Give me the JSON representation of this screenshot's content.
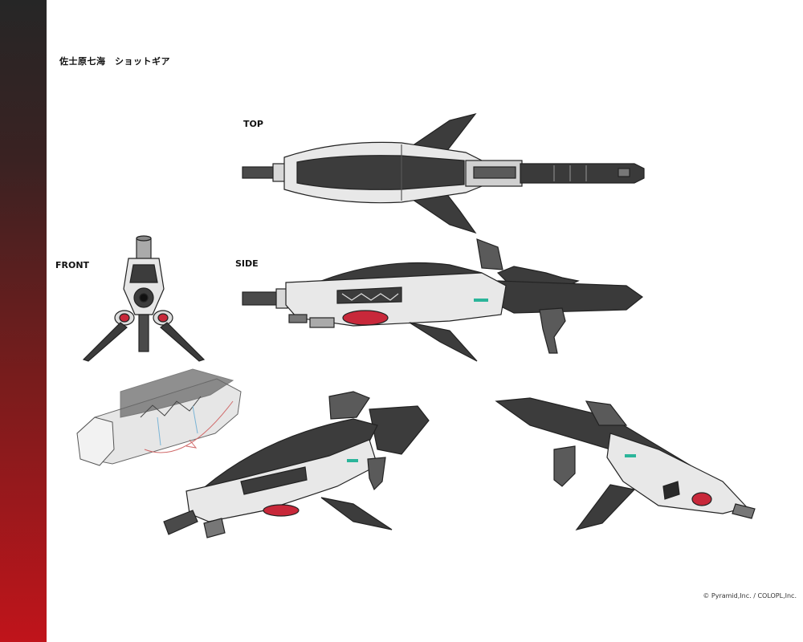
{
  "sheet": {
    "title": "佐士原七海　ショットギア",
    "views": {
      "top": "TOP",
      "front": "FRONT",
      "side": "SIDE"
    },
    "copyright": "© Pyramid,Inc. / COLOPL,Inc."
  },
  "colors": {
    "sidebar_top": "#262626",
    "sidebar_bottom": "#c0141b",
    "body_light": "#e6e6e6",
    "body_dark": "#3c3c3c",
    "accent_red": "#c8283a",
    "accent_teal": "#2bb59a"
  }
}
